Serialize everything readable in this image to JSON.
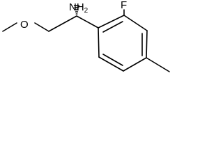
{
  "molecule": {
    "atoms": {
      "amine": {
        "symbol": "NH",
        "subscript": "2"
      },
      "fluorine": {
        "symbol": "F"
      },
      "oxygen": {
        "symbol": "O"
      }
    },
    "stereo_bond": "hashed-wedge",
    "colors": {
      "bond": "#000000",
      "label": "#000000",
      "background": "#ffffff"
    }
  }
}
